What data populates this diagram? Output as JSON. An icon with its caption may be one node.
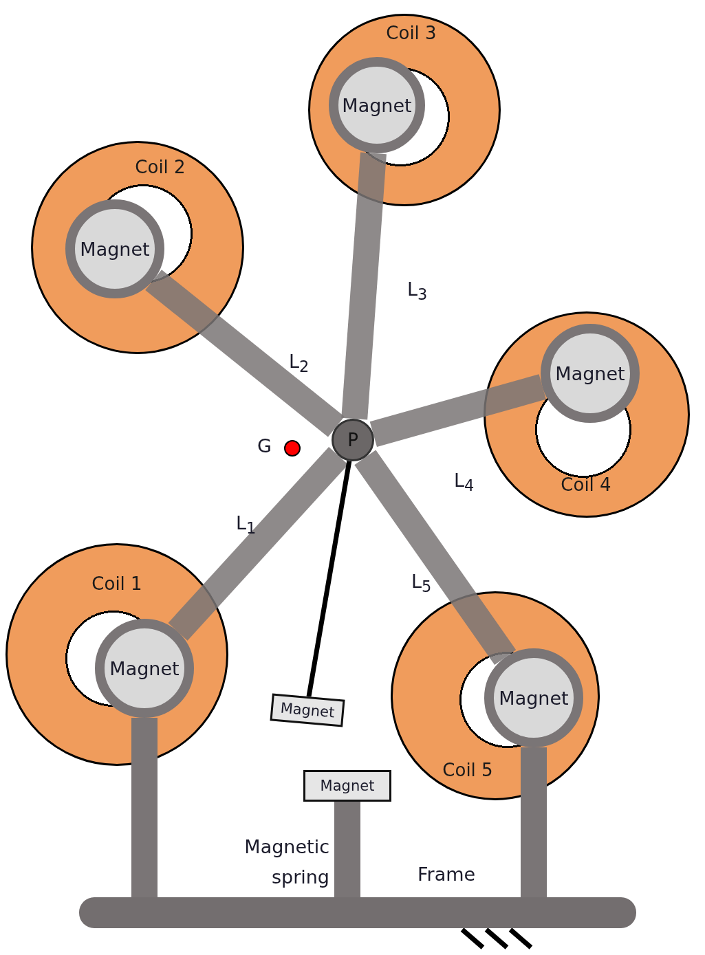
{
  "diagram": {
    "nodes": [
      {
        "text": [
          "Coil 1"
        ]
      },
      {
        "text": [
          "Magnet"
        ],
        "in": 0
      },
      {
        "text": [
          "Coil 2"
        ]
      },
      {
        "text": [
          "Magnet"
        ],
        "in": 2
      },
      {
        "text": [
          "Coil 3"
        ]
      },
      {
        "text": [
          "Magnet"
        ],
        "in": 4
      },
      {
        "text": [
          "Coil 4"
        ]
      },
      {
        "text": [
          "Magnet"
        ],
        "in": 6
      },
      {
        "text": [
          "Coil 5"
        ]
      },
      {
        "text": [
          "Magnet"
        ],
        "in": 8
      },
      {
        "text": [
          "P"
        ]
      },
      {
        "text": [
          "Magnet"
        ]
      },
      {
        "text": [
          "Magnet"
        ]
      },
      {
        "text": [],
        "shape": "bar",
        "beside": [
          "Frame"
        ]
      }
    ],
    "edges": [
      {
        "from": 10,
        "to": 1,
        "arrow": "none",
        "label": "L$_{1}$"
      },
      {
        "from": 10,
        "to": 3,
        "arrow": "none",
        "label": "L$_{2}$"
      },
      {
        "from": 10,
        "to": 5,
        "arrow": "none",
        "label": "L$_{3}$"
      },
      {
        "from": 10,
        "to": 7,
        "arrow": "none",
        "label": "L$_{4}$"
      },
      {
        "from": 10,
        "to": 9,
        "arrow": "none",
        "label": "L$_{5}$"
      },
      {
        "from": 10,
        "to": 11,
        "arrow": "none",
        "color": "#000000"
      },
      {
        "from": 1,
        "to": 13,
        "arrow": "none"
      },
      {
        "from": 9,
        "to": 13,
        "arrow": "none"
      },
      {
        "from": 12,
        "to": 13,
        "arrow": "none"
      }
    ],
    "labels": [
      "G",
      "Magnetic spring"
    ]
  }
}
